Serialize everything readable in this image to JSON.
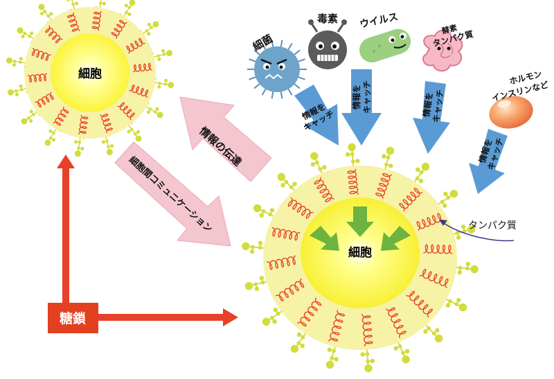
{
  "cells": {
    "small": {
      "label": "細胞"
    },
    "large": {
      "label": "細胞"
    }
  },
  "invaders": {
    "bacteria": {
      "label": "細菌",
      "icon": "bacteria-icon"
    },
    "toxin": {
      "label": "毒素",
      "icon": "toxin-icon"
    },
    "virus": {
      "label": "ウイルス",
      "icon": "virus-icon"
    },
    "enzyme": {
      "label_line1": "酵素",
      "label_line2": "タンパク質",
      "icon": "enzyme-protein-icon"
    },
    "hormone": {
      "label_line1": "ホルモン",
      "label_line2": "インスリンなど",
      "icon": "hormone-icon"
    }
  },
  "arrows": {
    "catch": {
      "line1": "情報を",
      "line2": "キャッチ"
    },
    "transmission": "情報の伝達",
    "communication": "細胞間コミュニケーション"
  },
  "labels": {
    "sugar_chain": "糖鎖",
    "protein": "タンパク質"
  },
  "colors": {
    "cell_outer": "#f6f2a6",
    "cell_inner": "#ffff5a",
    "coil": "#e8442a",
    "glycan": "#d2dc3c",
    "catch_arrow": "#5b9bd5",
    "pink_arrow": "#f4c6cf",
    "red_arrow": "#e8402a",
    "green_arrow": "#6db33f",
    "callout_line": "#3a3a8c"
  }
}
